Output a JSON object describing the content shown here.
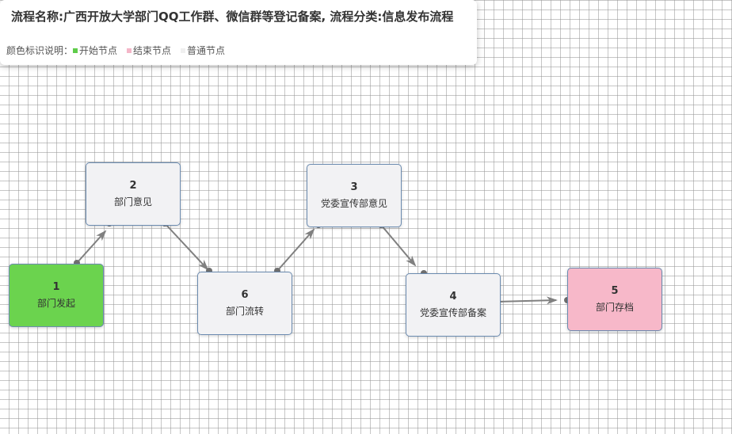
{
  "header": {
    "title": "流程名称:广西开放大学部门QQ工作群、微信群等登记备案, 流程分类:信息发布流程",
    "legend_label": "颜色标识说明：",
    "legend": [
      {
        "label": "开始节点",
        "color": "#5fcc4a"
      },
      {
        "label": "结束节点",
        "color": "#f4b6c8"
      },
      {
        "label": "普通节点",
        "color": "#f0f0f0"
      }
    ]
  },
  "colors": {
    "start": "#6bd34e",
    "end": "#f7b8c9",
    "normal": "#f2f2f4",
    "edge": "#808080"
  },
  "nodes": [
    {
      "id": "1",
      "label": "部门发起",
      "kind": "start"
    },
    {
      "id": "2",
      "label": "部门意见",
      "kind": "normal"
    },
    {
      "id": "6",
      "label": "部门流转",
      "kind": "normal"
    },
    {
      "id": "3",
      "label": "党委宣传部意见",
      "kind": "normal"
    },
    {
      "id": "4",
      "label": "党委宣传部备案",
      "kind": "normal"
    },
    {
      "id": "5",
      "label": "部门存档",
      "kind": "end"
    }
  ],
  "edges": [
    {
      "from": "1",
      "to": "2"
    },
    {
      "from": "2",
      "to": "6"
    },
    {
      "from": "6",
      "to": "3"
    },
    {
      "from": "3",
      "to": "4"
    },
    {
      "from": "4",
      "to": "5"
    }
  ]
}
